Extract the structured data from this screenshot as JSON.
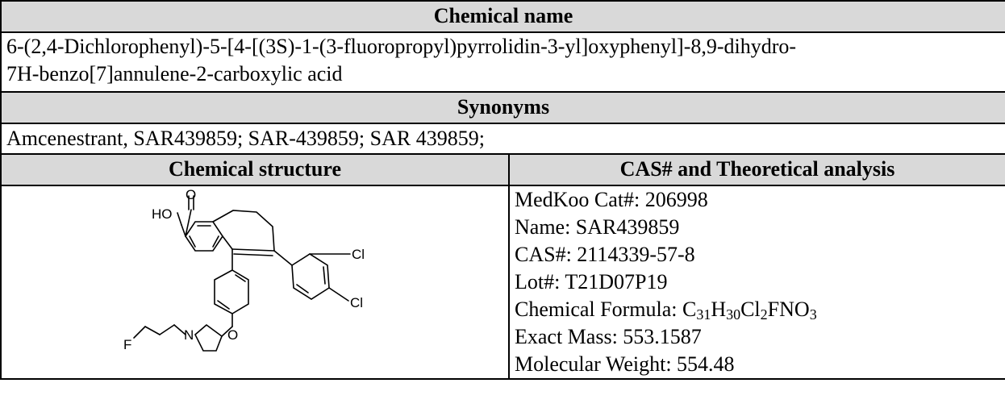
{
  "name_header": "Chemical name",
  "name_line1": "6-(2,4-Dichlorophenyl)-5-[4-[(3S)-1-(3-fluoropropyl)pyrrolidin-3-yl]oxyphenyl]-8,9-dihydro-",
  "name_line2": "7H-benzo[7]annulene-2-carboxylic acid",
  "synonyms_header": "Synonyms",
  "synonyms": "Amcenestrant, SAR439859; SAR-439859; SAR 439859;",
  "structure_header": "Chemical structure",
  "analysis_header": "CAS# and Theoretical analysis",
  "structure_labels": {
    "o_top": "O",
    "ho": "HO",
    "cl1": "Cl",
    "cl2": "Cl",
    "o_ether": "O",
    "n": "N",
    "f": "F"
  },
  "analysis": {
    "medkoo": "MedKoo Cat#: 206998",
    "name": "Name: SAR439859",
    "cas": "CAS#: 2114339-57-8",
    "lot": "Lot#: T21D07P19",
    "formula_prefix": "Chemical Formula: C",
    "f_c": "31",
    "f_h_sym": "H",
    "f_h": "30",
    "f_cl_sym": "Cl",
    "f_cl": "2",
    "f_fno_sym": "FNO",
    "f_o": "3",
    "exact_mass": "Exact Mass: 553.1587",
    "mw": "Molecular Weight: 554.48"
  }
}
